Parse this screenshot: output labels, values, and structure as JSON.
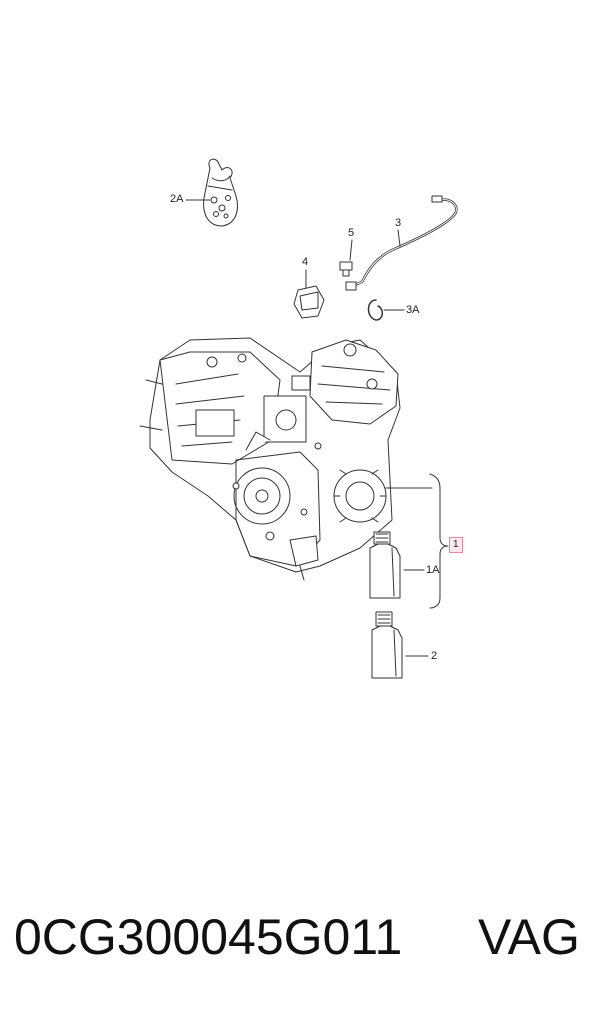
{
  "callouts": {
    "c_2a": "2A",
    "c_3": "3",
    "c_5": "5",
    "c_4": "4",
    "c_3a": "3A",
    "c_1": "1",
    "c_1a": "1A",
    "c_2": "2"
  },
  "footer": {
    "part_number": "0CG300045G011",
    "brand": "VAG"
  },
  "colors": {
    "line": "#333333",
    "highlight_border": "#e08a9a",
    "highlight_fill": "#fde9ee"
  }
}
